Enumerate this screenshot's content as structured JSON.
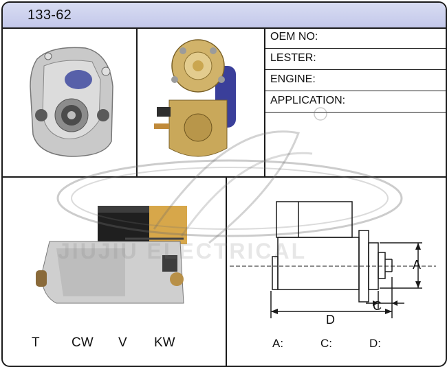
{
  "header": {
    "part_number": "133-62"
  },
  "specs": [
    {
      "label": "OEM NO:"
    },
    {
      "label": "LESTER:"
    },
    {
      "label": "ENGINE:"
    },
    {
      "label": "APPLICATION:"
    }
  ],
  "watermark": {
    "text": "JIUJIU ELECTRICAL"
  },
  "rotation": {
    "t": "T",
    "cw": "CW",
    "v": "V",
    "kw": "KW"
  },
  "dimensions": {
    "a_label": "A",
    "c_label": "C",
    "d_label": "D",
    "a_field": "A:",
    "c_field": "C:",
    "d_field": "D:"
  }
}
